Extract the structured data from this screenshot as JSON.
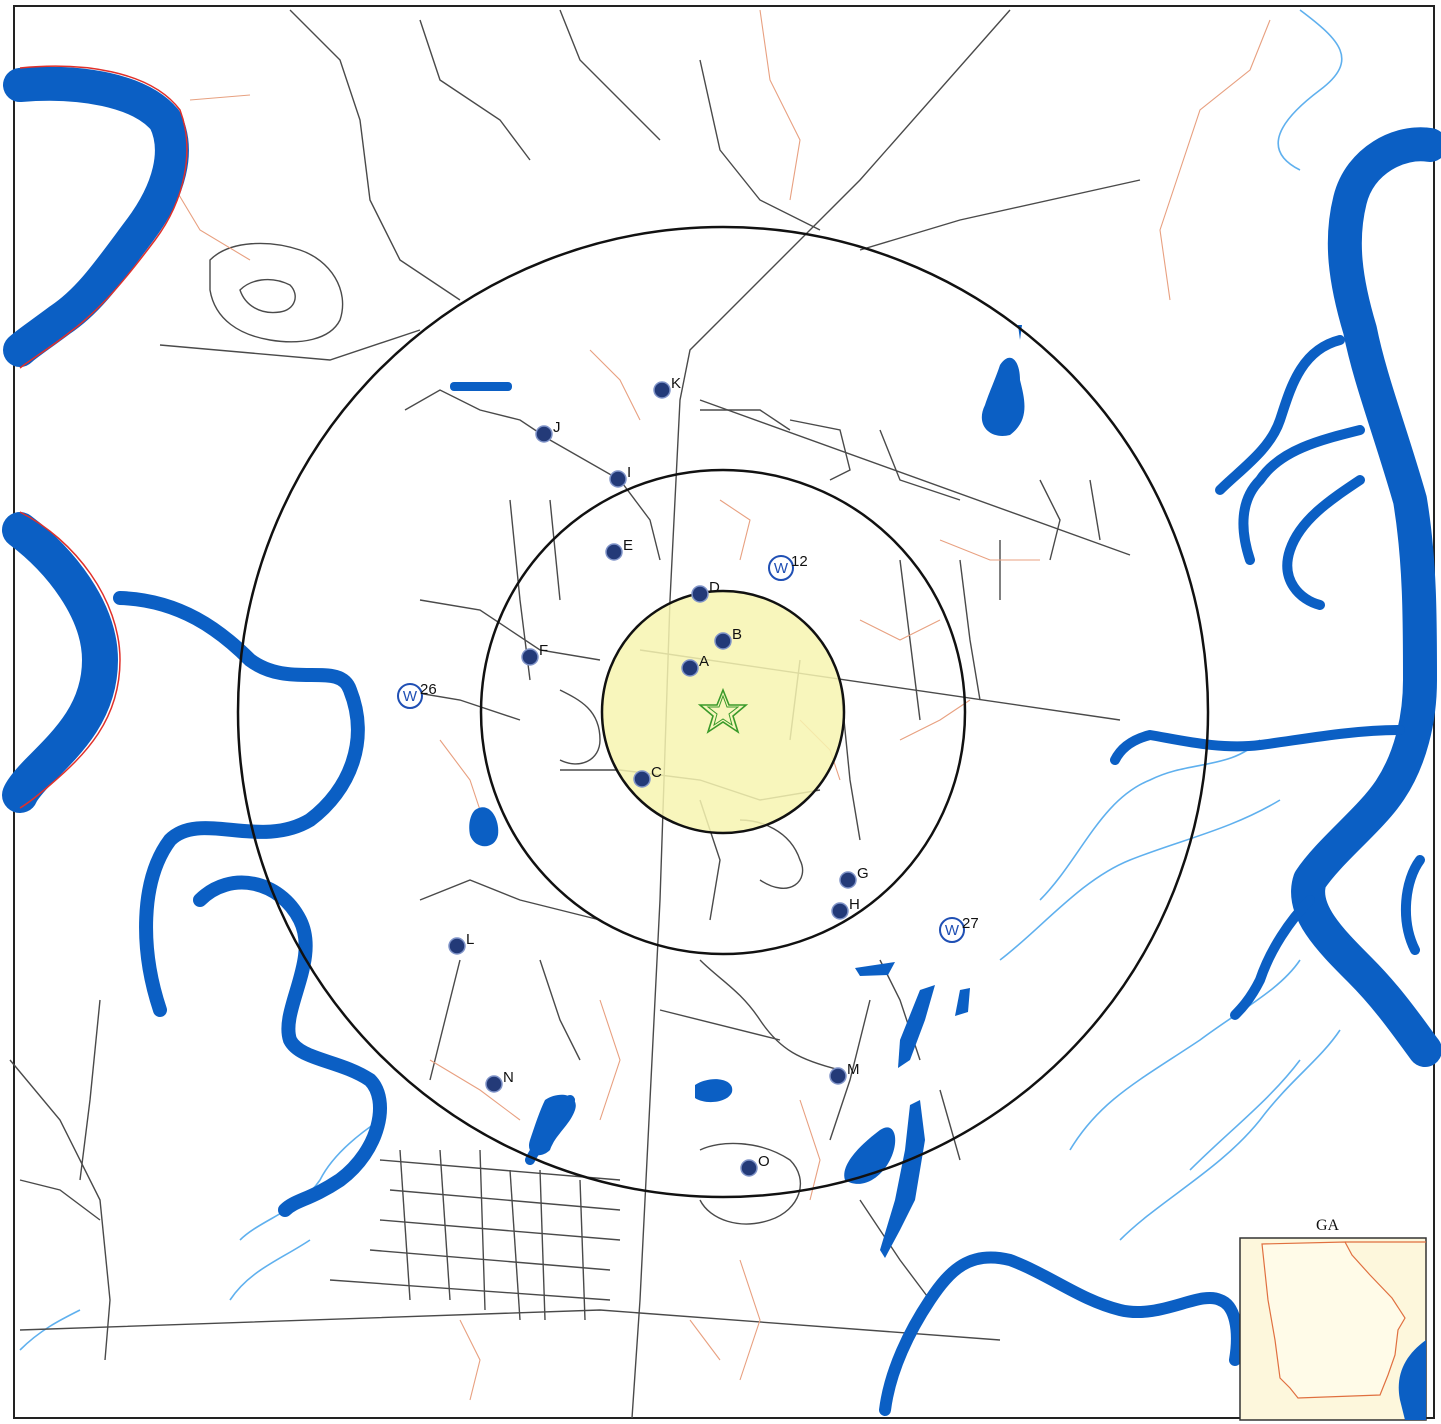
{
  "map": {
    "inset_label": "GA",
    "colors": {
      "water": "#0b5fc4",
      "stream": "#5fb0ee",
      "road": "#4a4a4a",
      "secondary_road": "#e8a080",
      "ring": "#111111",
      "inner_zone_fill": "#f7f5b0",
      "site_marker": "#233a78",
      "well_marker": "#1f4fb4",
      "star": "#3a9a2a",
      "inset_fill": "#fdf7dc",
      "inset_border": "#e07040"
    },
    "center_marker_icon": "star-icon",
    "sites": [
      {
        "id": "K",
        "label": "K"
      },
      {
        "id": "J",
        "label": "J"
      },
      {
        "id": "I",
        "label": "I"
      },
      {
        "id": "E",
        "label": "E"
      },
      {
        "id": "D",
        "label": "D"
      },
      {
        "id": "B",
        "label": "B"
      },
      {
        "id": "A",
        "label": "A"
      },
      {
        "id": "F",
        "label": "F"
      },
      {
        "id": "C",
        "label": "C"
      },
      {
        "id": "G",
        "label": "G"
      },
      {
        "id": "H",
        "label": "H"
      },
      {
        "id": "L",
        "label": "L"
      },
      {
        "id": "N",
        "label": "N"
      },
      {
        "id": "M",
        "label": "M"
      },
      {
        "id": "O",
        "label": "O"
      }
    ],
    "wells": [
      {
        "id": "w12",
        "symbol": "W",
        "number": "12"
      },
      {
        "id": "w26",
        "symbol": "W",
        "number": "26"
      },
      {
        "id": "w27",
        "symbol": "W",
        "number": "27"
      }
    ]
  }
}
